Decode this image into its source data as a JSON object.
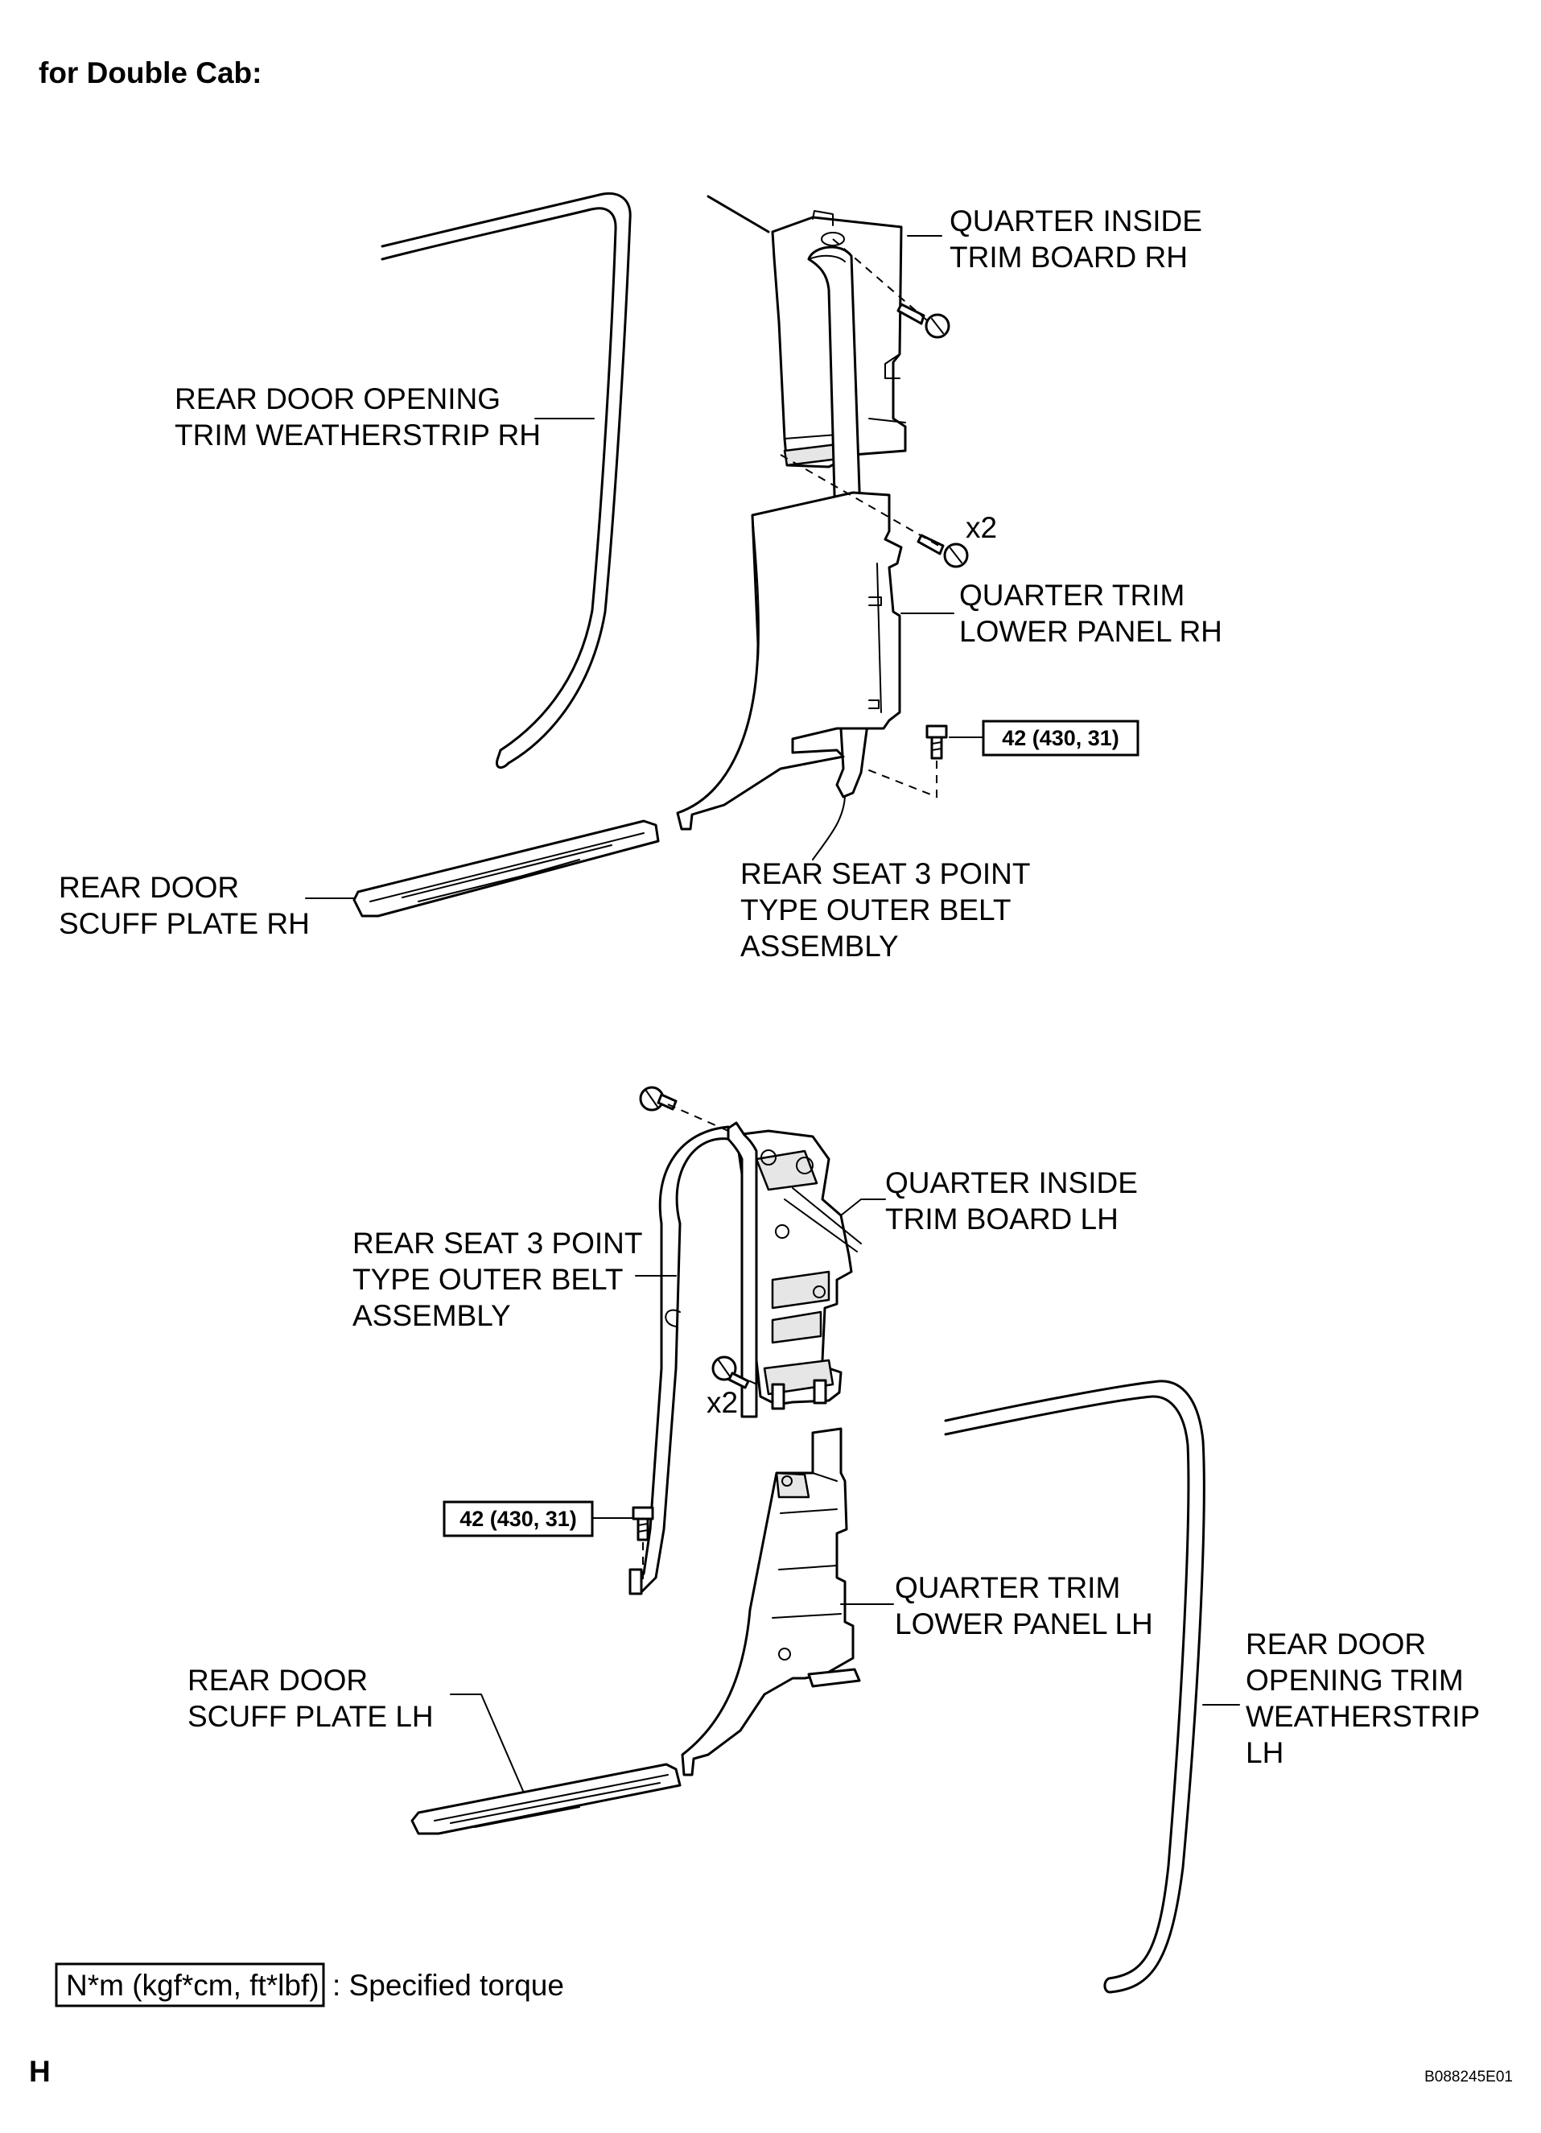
{
  "header": {
    "title": "for Double Cab:"
  },
  "top": {
    "quarter_inside_trim_board": [
      "QUARTER INSIDE",
      "TRIM BOARD RH"
    ],
    "weatherstrip": [
      "REAR DOOR OPENING",
      "TRIM WEATHERSTRIP RH"
    ],
    "count_x2": "x2",
    "quarter_trim_lower_panel": [
      "QUARTER TRIM",
      "LOWER PANEL RH"
    ],
    "torque": "42 (430, 31)",
    "scuff_plate": [
      "REAR DOOR",
      "SCUFF PLATE RH"
    ],
    "belt": [
      "REAR SEAT 3 POINT",
      "TYPE OUTER BELT",
      "ASSEMBLY"
    ]
  },
  "bottom": {
    "quarter_inside_trim_board": [
      "QUARTER INSIDE",
      "TRIM BOARD LH"
    ],
    "belt": [
      "REAR SEAT 3 POINT",
      "TYPE OUTER BELT",
      "ASSEMBLY"
    ],
    "count_x2": "x2",
    "torque": "42 (430, 31)",
    "quarter_trim_lower_panel": [
      "QUARTER TRIM",
      "LOWER PANEL LH"
    ],
    "weatherstrip": [
      "REAR DOOR",
      "OPENING TRIM",
      "WEATHERSTRIP",
      "LH"
    ],
    "scuff_plate": [
      "REAR DOOR",
      "SCUFF PLATE LH"
    ]
  },
  "legend": {
    "unit": "N*m (kgf*cm, ft*lbf)",
    "text": ": Specified torque"
  },
  "footer": {
    "letter": "H",
    "code": "B088245E01"
  }
}
